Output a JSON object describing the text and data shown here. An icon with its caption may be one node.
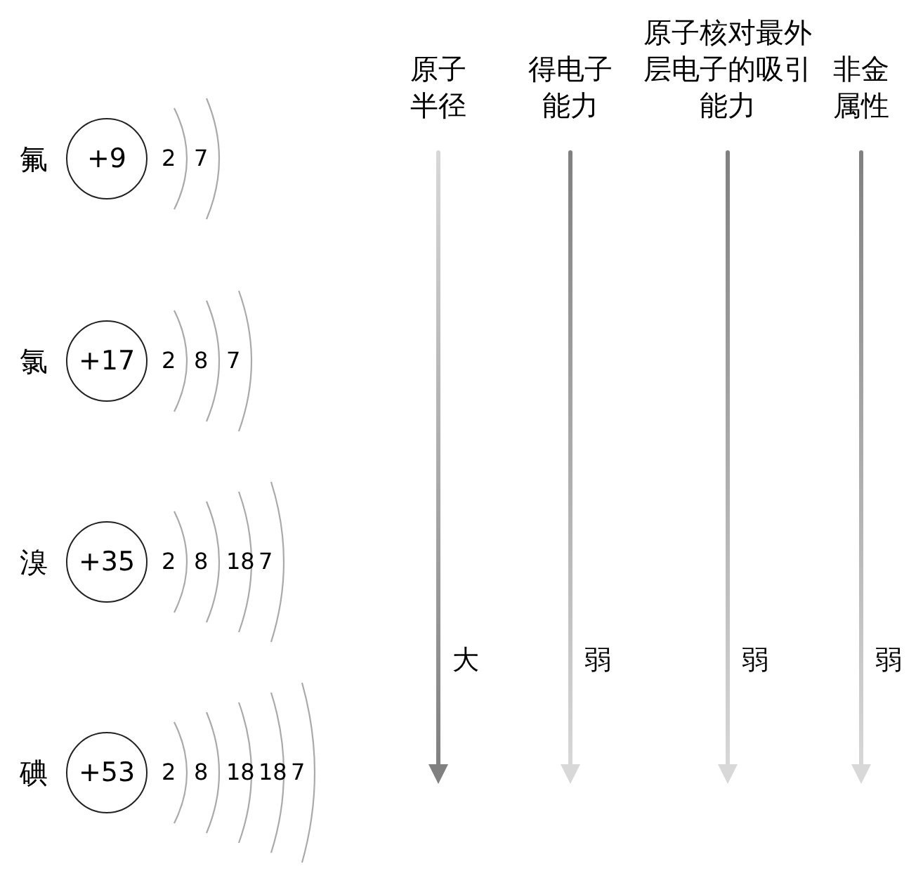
{
  "diagram": {
    "nodes": [
      {
        "text": [
          "+9"
        ],
        "beside": [
          "氟"
        ]
      },
      {
        "text": [
          "+17"
        ],
        "beside": [
          "氯"
        ]
      },
      {
        "text": [
          "+35"
        ],
        "beside": [
          "溴"
        ]
      },
      {
        "text": [
          "+53"
        ],
        "beside": [
          "碘"
        ]
      }
    ],
    "labels": [
      "原子半径",
      "得电子能力",
      "原子核对最外层电子的吸引能力",
      "非金属性",
      "2",
      "7",
      "2",
      "8",
      "7",
      "2",
      "8",
      "18",
      "7",
      "2",
      "8",
      "18",
      "18",
      "7",
      "大",
      "弱",
      "弱",
      "弱"
    ]
  }
}
